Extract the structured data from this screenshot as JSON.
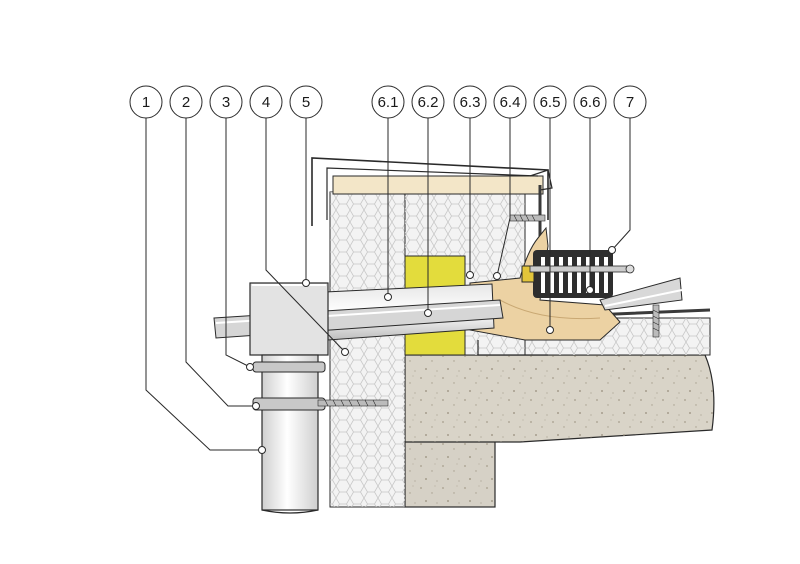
{
  "callouts": [
    {
      "label": "1"
    },
    {
      "label": "2"
    },
    {
      "label": "3"
    },
    {
      "label": "4"
    },
    {
      "label": "5"
    },
    {
      "label": "6.1"
    },
    {
      "label": "6.2"
    },
    {
      "label": "6.3"
    },
    {
      "label": "6.4"
    },
    {
      "label": "6.5"
    },
    {
      "label": "6.6"
    },
    {
      "label": "7"
    }
  ],
  "colors": {
    "concrete": "#d9d4c8",
    "concrete_dark": "#c9c2b3",
    "insulation": "#f3f3f3",
    "insulation_lines": "#c8c8c8",
    "timber": "#f3e6c8",
    "mineral_wool": "#e3dc3c",
    "flange": "#ecd2a3",
    "pipe": "#d6d6d6",
    "downpipe": "#eeeeee",
    "grate": "#2e2e2e",
    "outline": "#2a2a2a"
  }
}
